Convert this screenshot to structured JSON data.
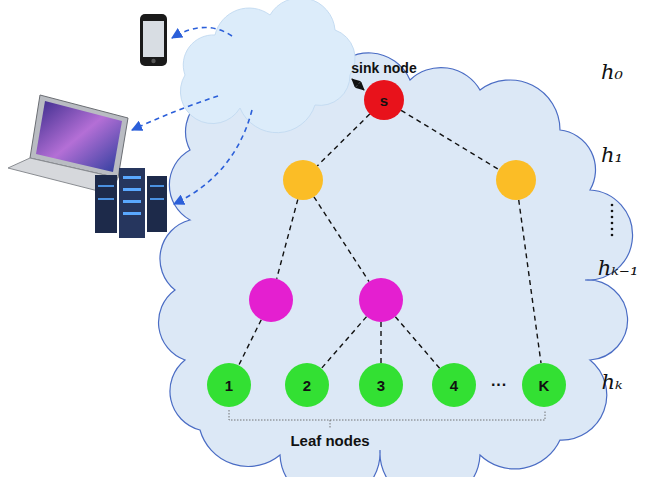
{
  "diagram": {
    "nodes": [
      {
        "text": [
          "sink node",
          "s"
        ]
      },
      {
        "text": []
      },
      {
        "text": []
      },
      {
        "text": []
      },
      {
        "text": []
      },
      {
        "text": [
          "1"
        ]
      },
      {
        "text": [
          "2"
        ]
      },
      {
        "text": [
          "3"
        ]
      },
      {
        "text": [
          "4"
        ]
      },
      {
        "text": [
          "K"
        ]
      }
    ],
    "edges": [
      {
        "from": 0,
        "to": 1,
        "arrow": "none"
      },
      {
        "from": 0,
        "to": 2,
        "arrow": "none"
      },
      {
        "from": 1,
        "to": 3,
        "arrow": "none"
      },
      {
        "from": 1,
        "to": 4,
        "arrow": "none"
      },
      {
        "from": 2,
        "to": 9,
        "arrow": "none"
      },
      {
        "from": 3,
        "to": 5,
        "arrow": "none"
      },
      {
        "from": 4,
        "to": 6,
        "arrow": "none"
      },
      {
        "from": 4,
        "to": 7,
        "arrow": "none"
      },
      {
        "from": 4,
        "to": 8,
        "arrow": "none"
      }
    ],
    "labels": [
      "h₀",
      "h₁",
      "hₖ₋₁",
      "hₖ",
      "···",
      "Leaf nodes"
    ]
  }
}
